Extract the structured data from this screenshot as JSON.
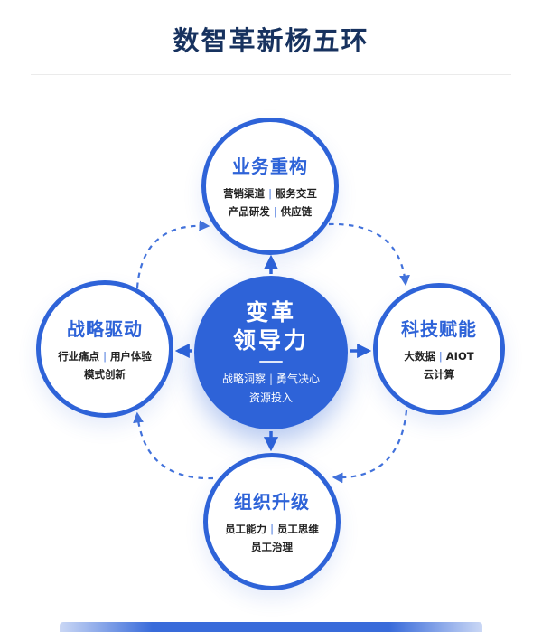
{
  "header": {
    "title": "数智革新杨五环"
  },
  "separator": "|",
  "colors": {
    "accent": "#2E63D8",
    "title": "#17325F",
    "node_text": "#222222",
    "center_fill": "#2E63D8",
    "divider": "#EBEBEB"
  },
  "center": {
    "title_lines": [
      "变革",
      "领导力"
    ],
    "lines": [
      [
        "战略洞察",
        "勇气决心"
      ],
      [
        "资源投入"
      ]
    ]
  },
  "nodes": {
    "top": {
      "title": "业务重构",
      "lines": [
        [
          "营销渠道",
          "服务交互"
        ],
        [
          "产品研发",
          "供应链"
        ]
      ]
    },
    "left": {
      "title": "战略驱动",
      "lines": [
        [
          "行业痛点",
          "用户体验"
        ],
        [
          "模式创新"
        ]
      ]
    },
    "right": {
      "title": "科技赋能",
      "lines": [
        [
          "大数据",
          "AIOT"
        ],
        [
          "云计算"
        ]
      ]
    },
    "bottom": {
      "title": "组织升级",
      "lines": [
        [
          "员工能力",
          "员工思维"
        ],
        [
          "员工治理"
        ]
      ]
    }
  }
}
